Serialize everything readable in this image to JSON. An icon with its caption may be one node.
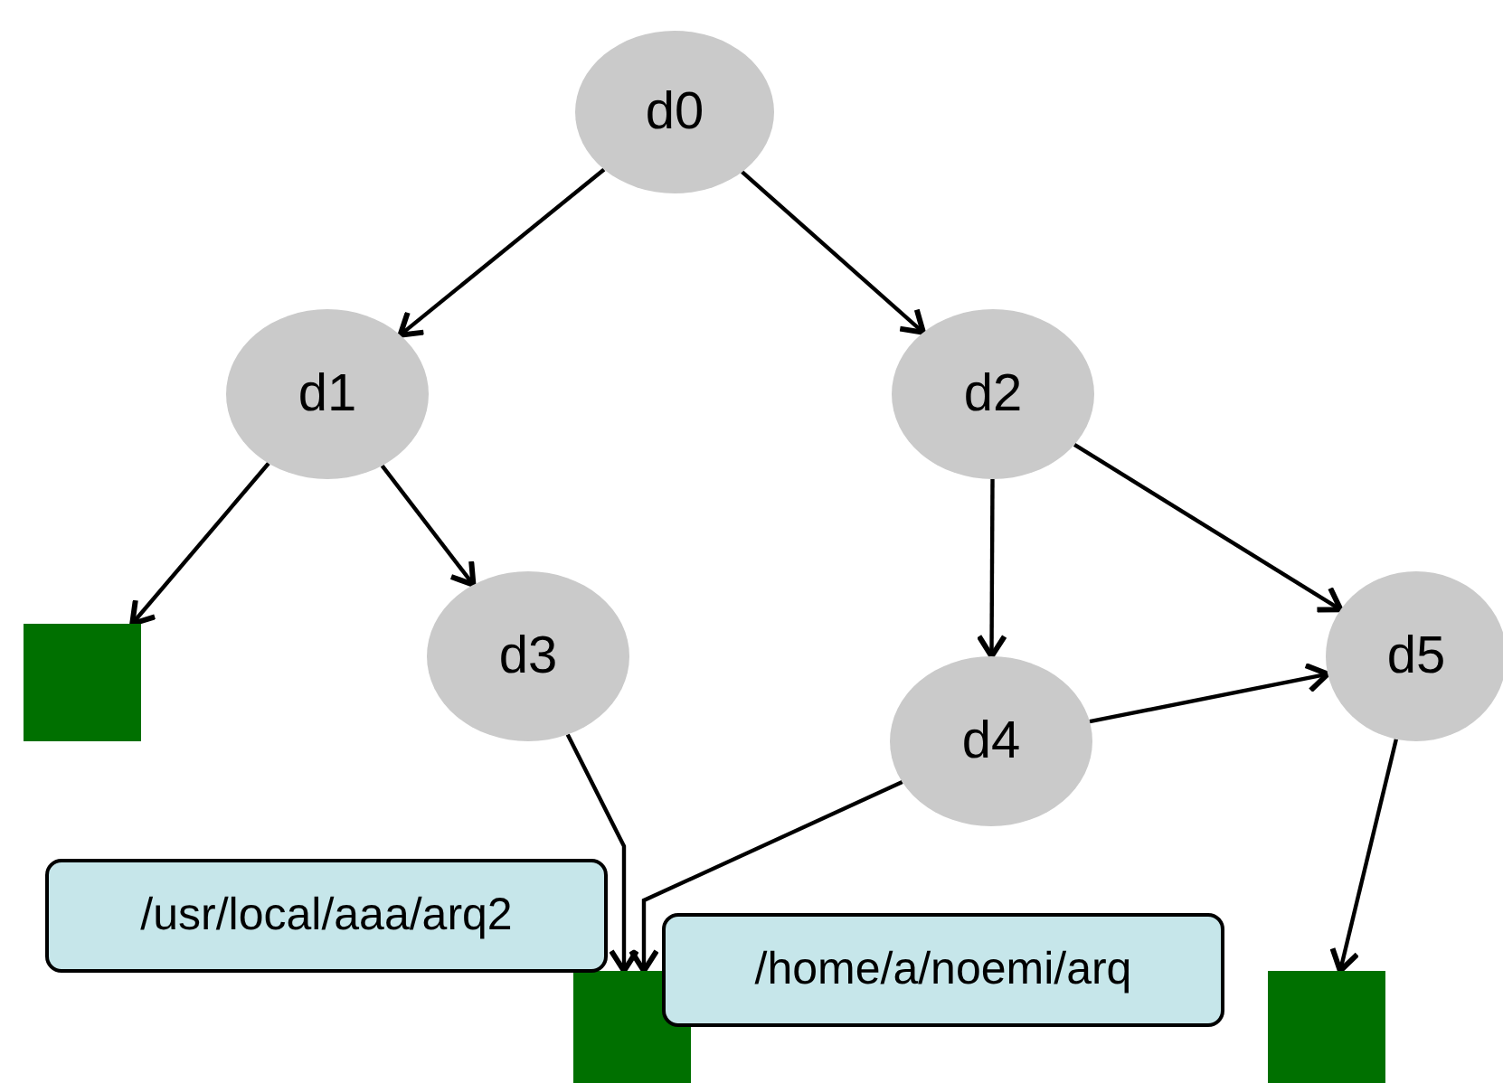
{
  "diagram": {
    "nodes": [
      {
        "text": [
          "d0"
        ]
      },
      {
        "text": [
          "d1"
        ]
      },
      {
        "text": [
          "d2"
        ]
      },
      {
        "text": [],
        "shape": "box"
      },
      {
        "text": [
          "d3"
        ]
      },
      {
        "text": [
          "d4"
        ]
      },
      {
        "text": [
          "d5"
        ]
      },
      {
        "text": [],
        "shape": "box"
      },
      {
        "text": [],
        "shape": "box"
      },
      {
        "text": [
          "/usr/local/aaa/arq2"
        ]
      },
      {
        "text": [
          "/home/a/noemi/arq"
        ]
      }
    ],
    "edges": [
      {
        "from": 0,
        "to": 1,
        "arrow": "to"
      },
      {
        "from": 0,
        "to": 2,
        "arrow": "to"
      },
      {
        "from": 1,
        "to": 3,
        "arrow": "to"
      },
      {
        "from": 1,
        "to": 4,
        "arrow": "to"
      },
      {
        "from": 2,
        "to": 5,
        "arrow": "to"
      },
      {
        "from": 2,
        "to": 6,
        "arrow": "to"
      },
      {
        "from": 5,
        "to": 6,
        "arrow": "to"
      },
      {
        "from": 4,
        "to": 7,
        "arrow": "to"
      },
      {
        "from": 5,
        "to": 7,
        "arrow": "to"
      },
      {
        "from": 6,
        "to": 8,
        "arrow": "to"
      }
    ]
  }
}
